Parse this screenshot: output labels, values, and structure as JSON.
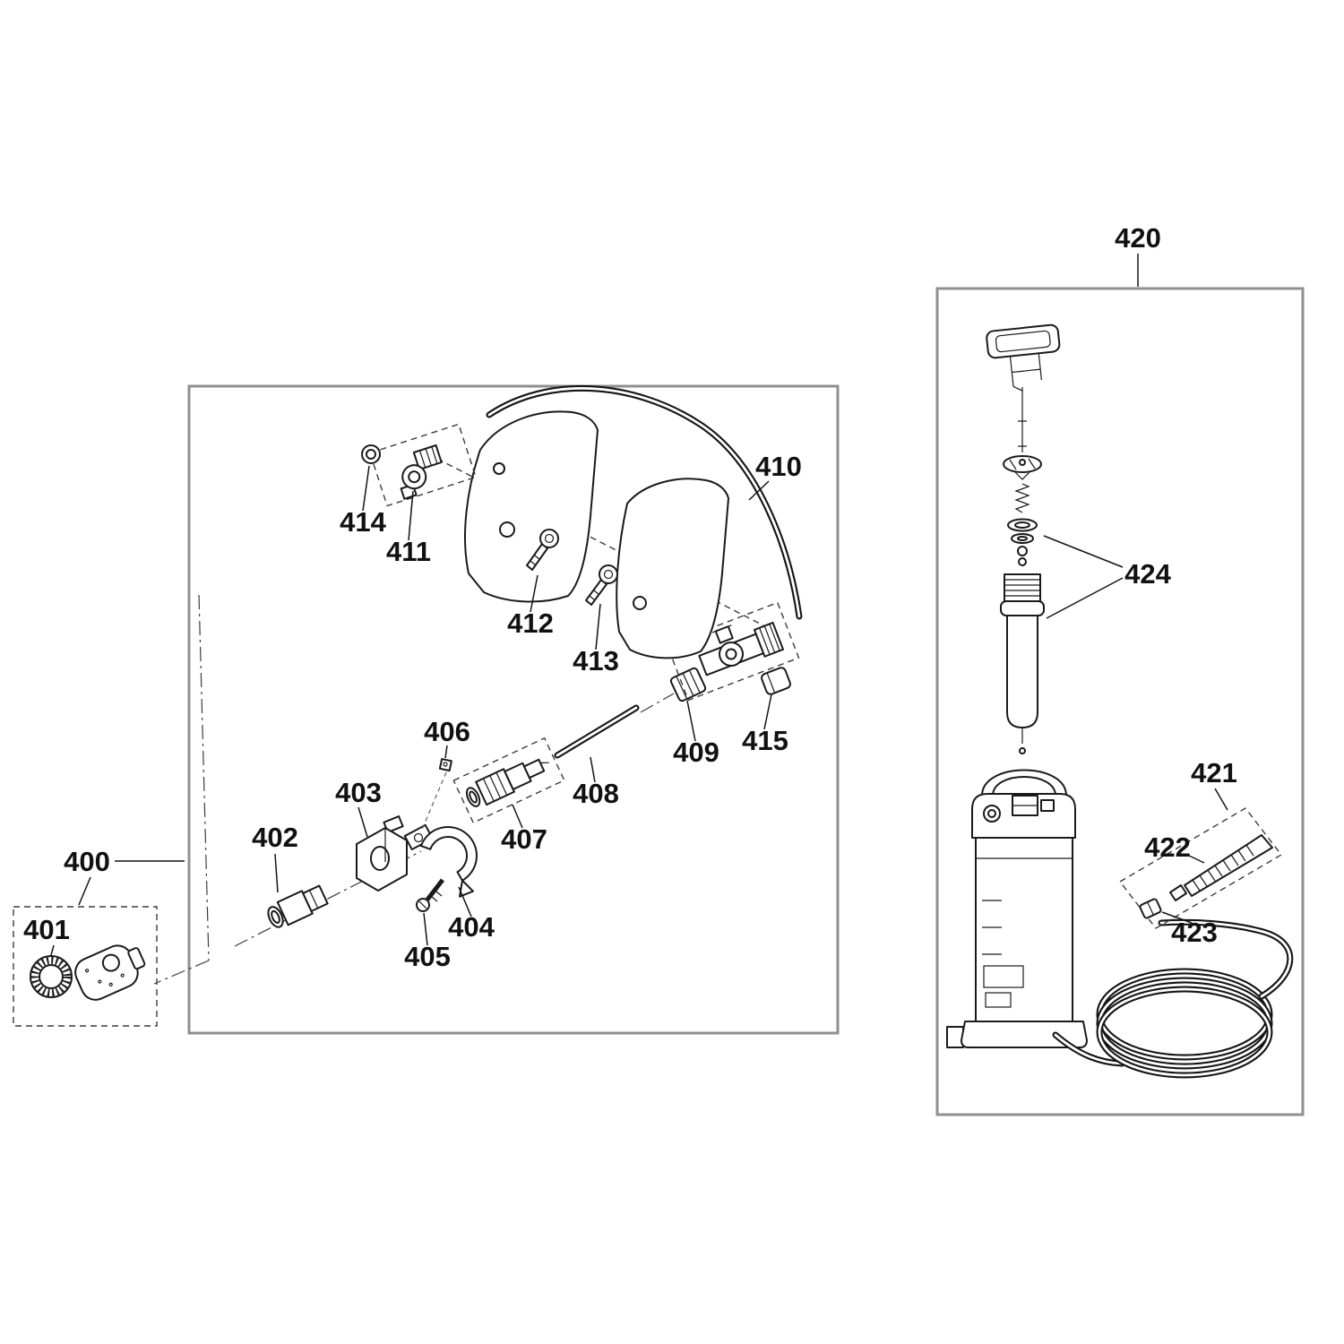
{
  "colors": {
    "ink": "#1a1a1a",
    "frame_gray": "#8f8f8f",
    "background": "#ffffff"
  },
  "parts": {
    "p400": "400",
    "p401": "401",
    "p402": "402",
    "p403": "403",
    "p404": "404",
    "p405": "405",
    "p406": "406",
    "p407": "407",
    "p408": "408",
    "p409": "409",
    "p410": "410",
    "p411": "411",
    "p412": "412",
    "p413": "413",
    "p414": "414",
    "p415": "415",
    "p420": "420",
    "p421": "421",
    "p422": "422",
    "p423": "423",
    "p424": "424"
  }
}
